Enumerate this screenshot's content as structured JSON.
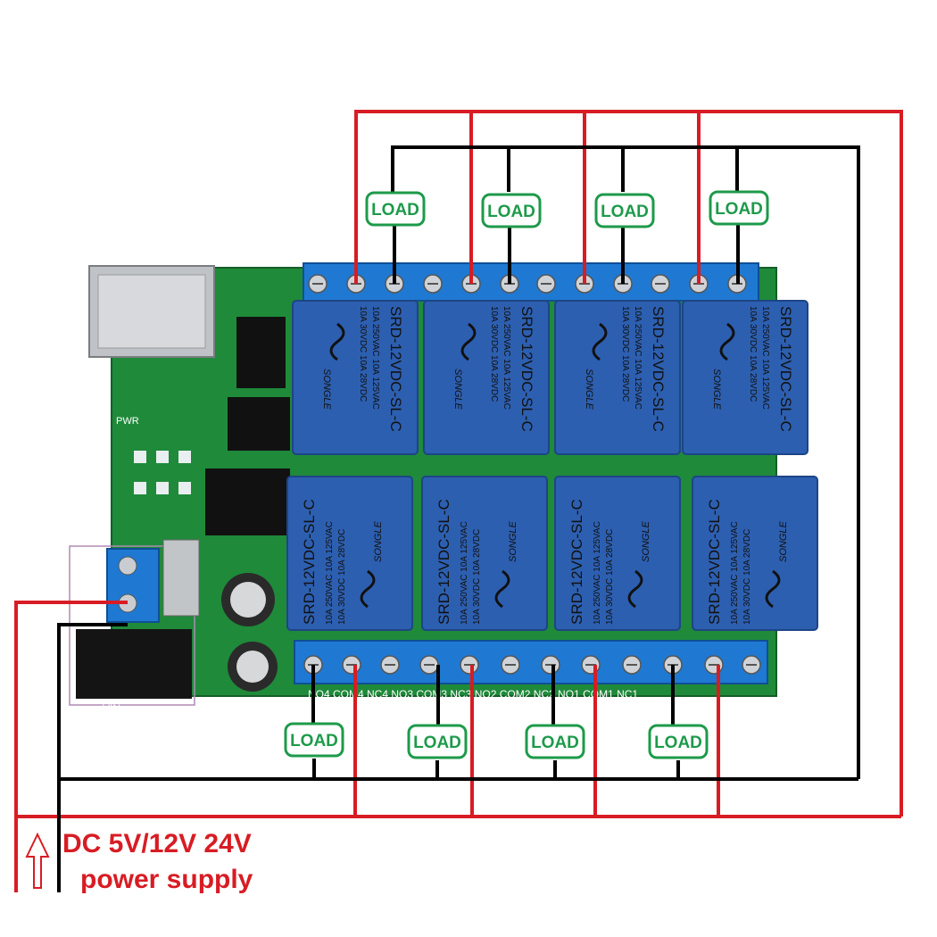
{
  "caption": {
    "line1": "DC 5V/12V 24V",
    "line2": "power supply"
  },
  "load_label": "LOAD",
  "relay": {
    "model": "SRD-12VDC-SL-C",
    "rating1": "10A 250VAC  10A 125VAC",
    "rating2": "10A 30VDC  10A 28VDC",
    "brand": "SONGLE"
  },
  "board": {
    "vin_label": "VIN",
    "pwr_label": "PWR",
    "terminal_labels": "NO4 COM4 NC4 NO3 COM3 NC3 NO2 COM2 NC2 NO1 COM1 NC1"
  },
  "colors": {
    "wire_red": "#d81c24",
    "wire_black": "#000000",
    "load_green": "#1d9a4a",
    "pcb": "#1f8a3a",
    "relay_blue": "#2d5fb0",
    "terminal_blue": "#1f79d2"
  }
}
